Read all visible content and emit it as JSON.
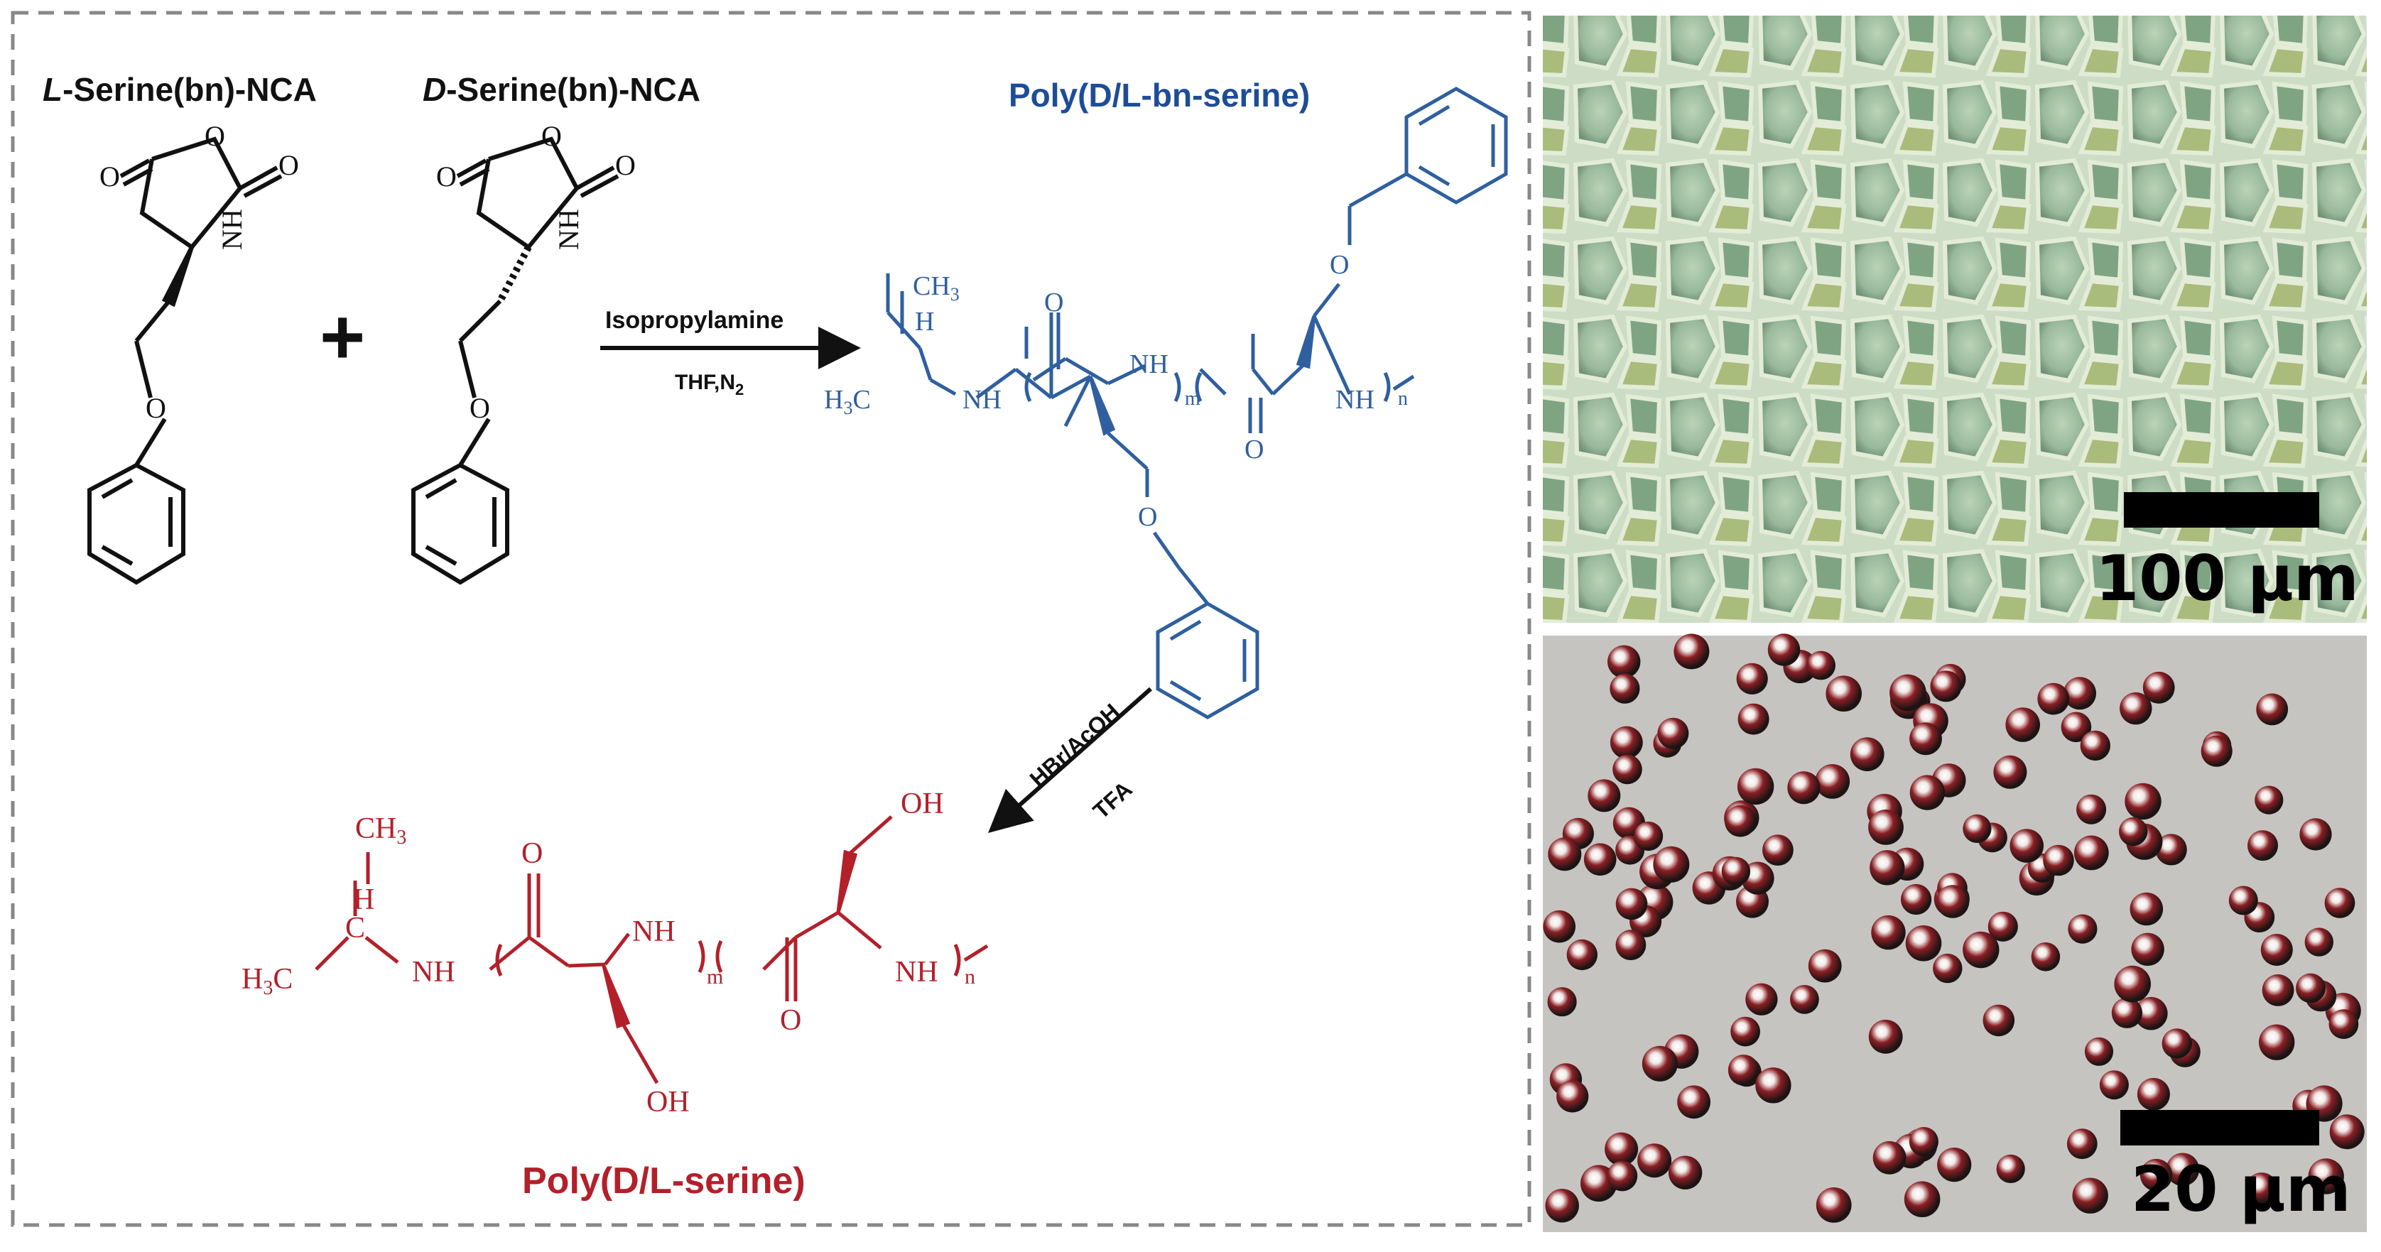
{
  "monomers": {
    "l_prefix": "L",
    "l_suffix": "-Serine(bn)-NCA",
    "d_prefix": "D",
    "d_suffix": "-Serine(bn)-NCA",
    "plus": "+"
  },
  "step1": {
    "reagent": "Isopropylamine",
    "conditions_base": "THF,N",
    "conditions_sub": "2"
  },
  "step2": {
    "reagent": "HBr/AcOH",
    "conditions": "TFA"
  },
  "protected_polymer": {
    "title": "Poly(D/L-bn-serine)"
  },
  "final_polymer": {
    "title": "Poly(D/L-serine)"
  },
  "atoms": {
    "O": "O",
    "NH": "NH",
    "H": "H",
    "CH3": "CH",
    "CH3_sub": "3",
    "H3C_h": "H",
    "H3C_sub": "3",
    "H3C_c": "C",
    "OH": "OH",
    "m": "m",
    "n": "n"
  },
  "micrographs": {
    "top_scale": "100 µm",
    "bottom_scale": "20 µm"
  },
  "colors": {
    "black": "#111111",
    "blue": "#2f5f9e",
    "dark_blue": "#1d4d96",
    "red": "#b3202a",
    "border": "#888888"
  }
}
